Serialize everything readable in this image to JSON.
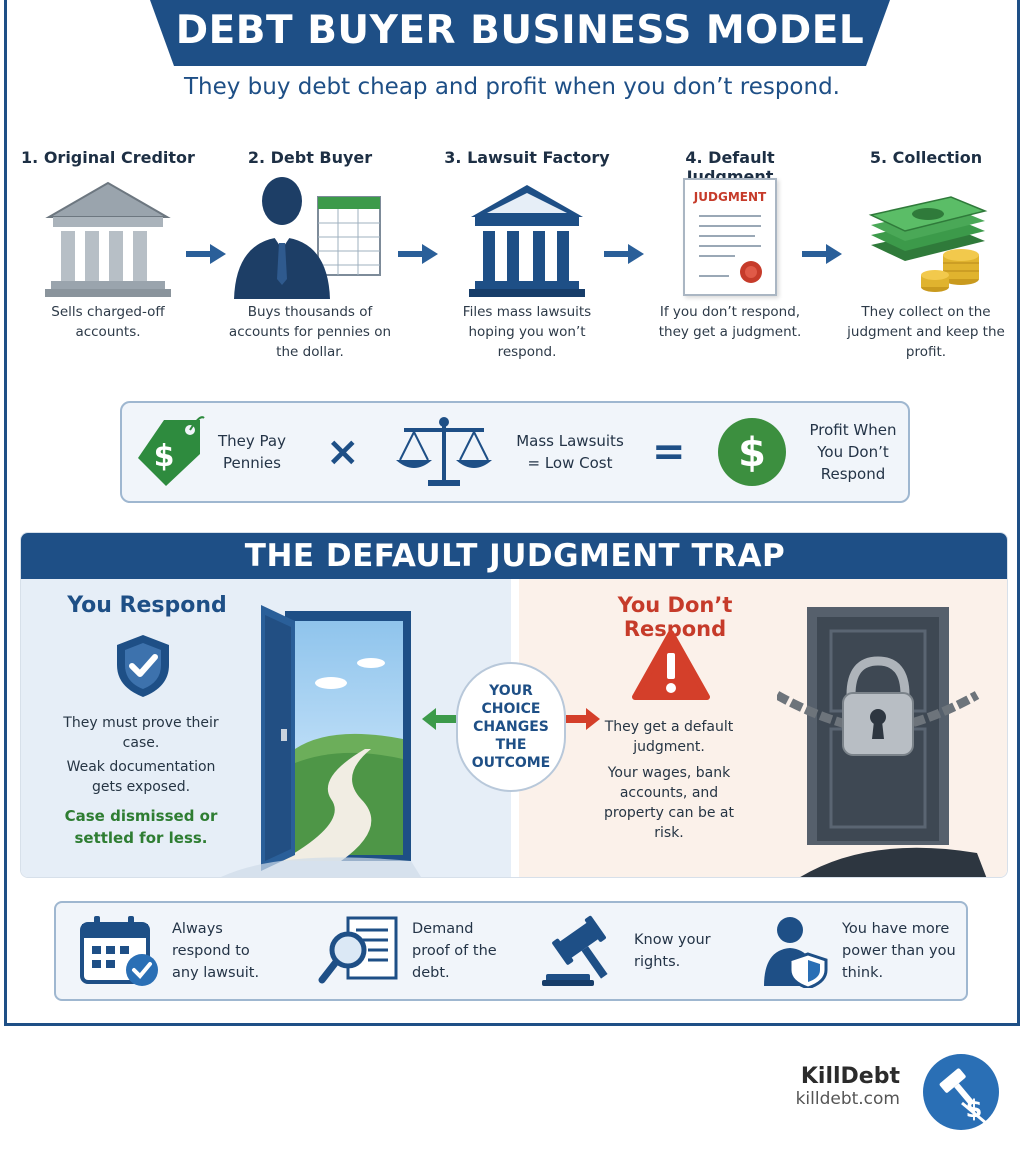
{
  "header": {
    "title": "DEBT BUYER BUSINESS MODEL",
    "subtitle": "They buy debt cheap and profit when you don’t respond."
  },
  "steps": [
    {
      "title": "1. Original Creditor",
      "desc": "Sells charged-off accounts.",
      "icon": "bank-building-icon"
    },
    {
      "title": "2. Debt Buyer",
      "desc": "Buys thousands of accounts for pennies on the dollar.",
      "icon": "businessman-spreadsheet-icon"
    },
    {
      "title": "3. Lawsuit Factory",
      "desc": "Files mass lawsuits hoping you won’t respond.",
      "icon": "courthouse-icon"
    },
    {
      "title": "4. Default Judgment",
      "desc": "If you don’t respond, they get a judgment.",
      "icon": "judgment-document-icon",
      "doc_label": "JUDGMENT"
    },
    {
      "title": "5. Collection",
      "desc": "They collect on the judgment and keep the profit.",
      "icon": "money-stack-icon"
    }
  ],
  "formula": {
    "item1": "They Pay Pennies",
    "op1": "×",
    "item2": "Mass Lawsuits = Low Cost",
    "op2": "=",
    "item3": "Profit When You Don’t Respond"
  },
  "trap": {
    "title": "THE DEFAULT JUDGMENT TRAP",
    "left": {
      "title": "You Respond",
      "text1": "They must prove their case.",
      "text2": "Weak documentation gets exposed.",
      "result": "Case dismissed or settled for less."
    },
    "choice": "YOUR CHOICE CHANGES THE OUTCOME",
    "right": {
      "title": "You Don’t Respond",
      "text1": "They get a default judgment.",
      "text2": "Your wages, bank accounts, and property can be at risk."
    }
  },
  "tips": [
    {
      "text": "Always respond to any lawsuit.",
      "icon": "calendar-check-icon"
    },
    {
      "text": "Demand proof of the debt.",
      "icon": "magnifier-document-icon"
    },
    {
      "text": "Know your rights.",
      "icon": "gavel-icon"
    },
    {
      "text": "You have more power than you think.",
      "icon": "person-shield-icon"
    }
  ],
  "brand": {
    "name": "KillDebt",
    "url": "killdebt.com"
  },
  "colors": {
    "navy": "#1e4f86",
    "green": "#2e7d32",
    "red": "#c63b2a"
  }
}
